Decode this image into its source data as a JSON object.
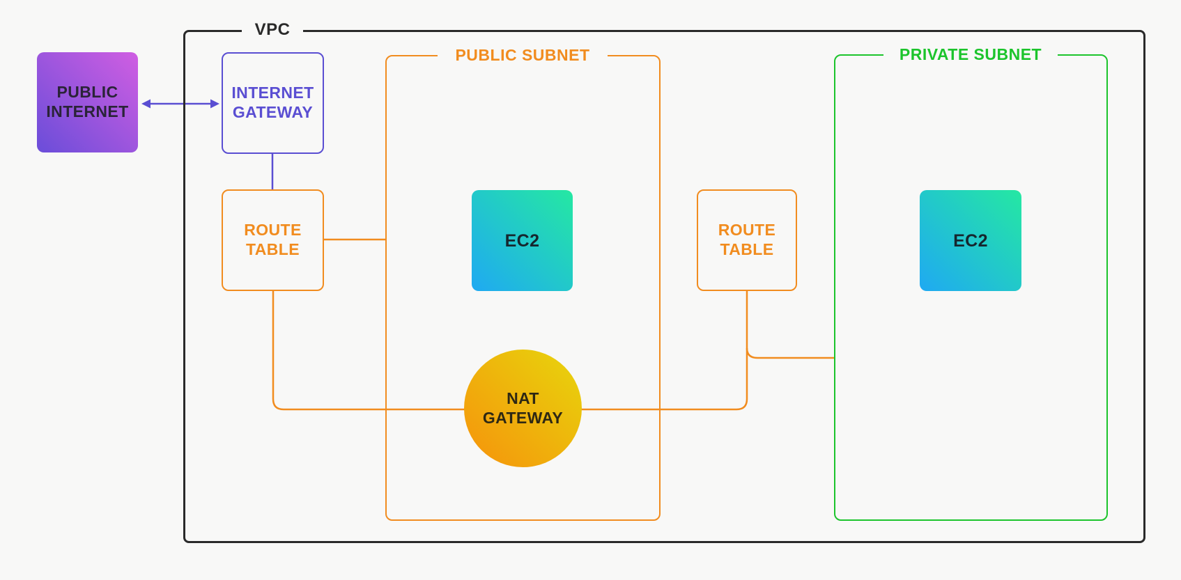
{
  "colors": {
    "background": "#f8f8f7",
    "vpc_border": "#2a2a2a",
    "purple_accent": "#5a4ed2",
    "orange_accent": "#f18c1f",
    "green_accent": "#1cc42c",
    "public_internet_gradient_from": "#6a4dd9",
    "public_internet_gradient_to": "#d05ee2",
    "ec2_gradient_from": "#1fa9f2",
    "ec2_gradient_to": "#25e8a2",
    "nat_gradient_from": "#f6920b",
    "nat_gradient_to": "#e7d60d",
    "shape_text": "#27232e"
  },
  "nodes": {
    "vpc": {
      "label": "VPC"
    },
    "public_internet": {
      "label": "PUBLIC\nINTERNET"
    },
    "internet_gateway": {
      "label": "INTERNET\nGATEWAY"
    },
    "public_subnet": {
      "label": "PUBLIC SUBNET"
    },
    "private_subnet": {
      "label": "PRIVATE SUBNET"
    },
    "route_table_public": {
      "label": "ROUTE\nTABLE"
    },
    "route_table_private": {
      "label": "ROUTE\nTABLE"
    },
    "ec2_public": {
      "label": "EC2"
    },
    "ec2_private": {
      "label": "EC2"
    },
    "nat_gateway": {
      "label": "NAT\nGATEWAY"
    }
  }
}
